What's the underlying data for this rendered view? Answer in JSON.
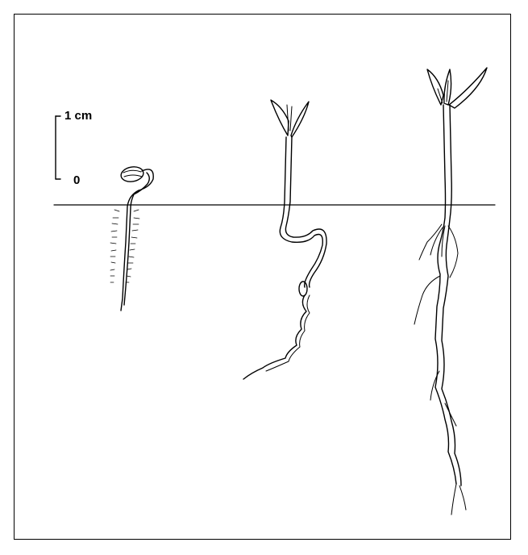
{
  "scale_bar": {
    "top_label": "1 cm",
    "bottom_label": "0"
  },
  "seedlings": [
    {
      "stage": 1
    },
    {
      "stage": 2
    },
    {
      "stage": 3
    }
  ],
  "colors": {
    "ink": "#000000",
    "background": "#ffffff"
  }
}
